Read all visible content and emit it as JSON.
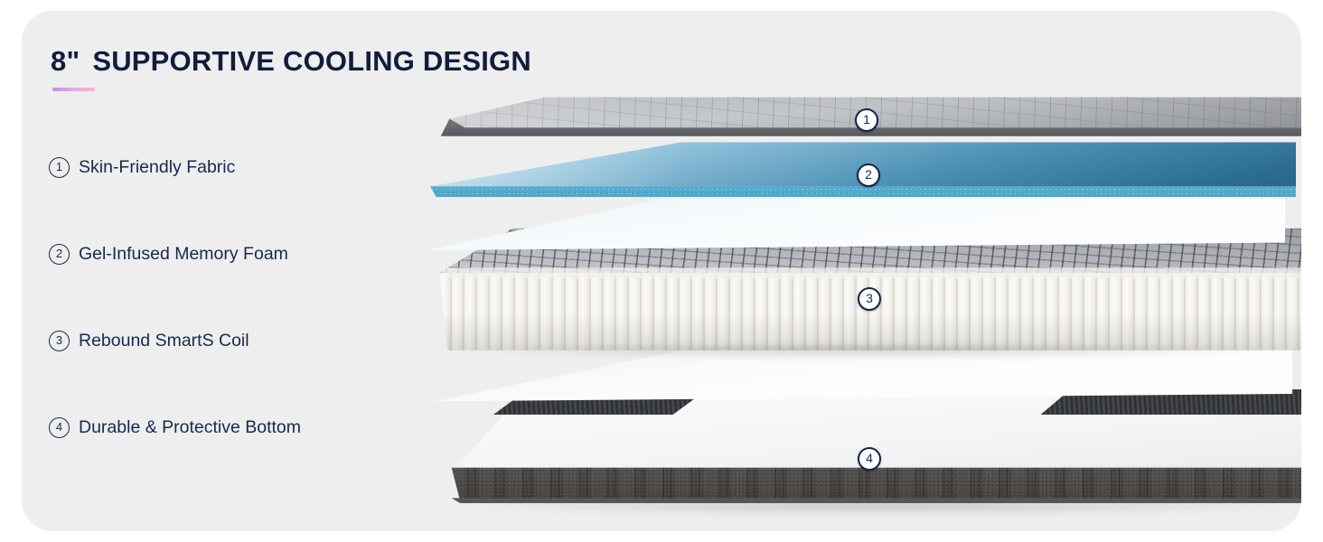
{
  "card": {
    "background_color": "#eeeeee",
    "page_background": "#ffffff"
  },
  "header": {
    "size_label": "8\"",
    "title": "SUPPORTIVE COOLING DESIGN",
    "text_color": "#121c3e",
    "underline_gradient": [
      "#c08ef0",
      "#f7b9c9"
    ]
  },
  "legend": {
    "items": [
      {
        "number": "1",
        "label": "Skin-Friendly Fabric"
      },
      {
        "number": "2",
        "label": "Gel-Infused Memory Foam"
      },
      {
        "number": "3",
        "label": "Rebound SmartS Coil"
      },
      {
        "number": "4",
        "label": "Durable & Protective Bottom"
      }
    ],
    "text_color": "#18284f"
  },
  "diagram": {
    "markers": [
      {
        "number": "1",
        "layer": "Skin-Friendly Fabric"
      },
      {
        "number": "2",
        "layer": "Gel-Infused Memory Foam"
      },
      {
        "number": "3",
        "layer": "Rebound SmartS Coil"
      },
      {
        "number": "4",
        "layer": "Durable & Protective Bottom"
      }
    ],
    "marker_color": "#15244a",
    "layer_colors": {
      "fabric_top": "#c6c9cd",
      "gel_foam": "#4e92b6",
      "gel_foam_side": "#62b7da",
      "coil": "#f4f2ee",
      "base": "#5e5a56"
    }
  }
}
